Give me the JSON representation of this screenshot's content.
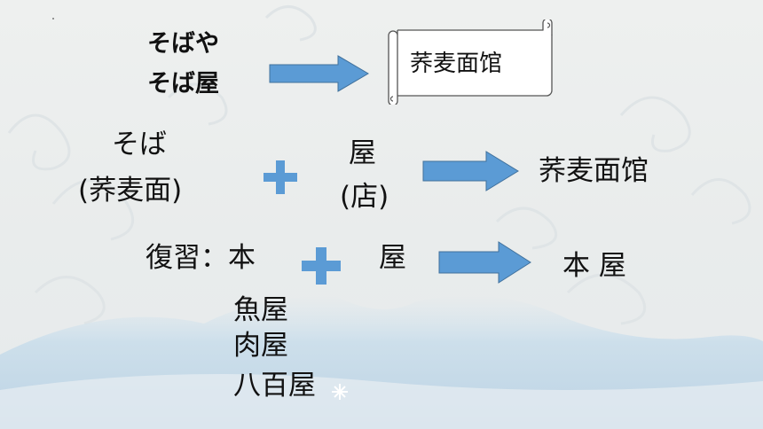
{
  "slide": {
    "title_line1": "そばや",
    "title_line2": "そば屋",
    "scroll_label": "荞麦面馆",
    "row1": {
      "left_top": "そば",
      "left_bottom": "(荞麦面)",
      "middle_top": "屋",
      "middle_bottom": "(店)",
      "result": "荞麦面馆"
    },
    "row2": {
      "prefix": "復習：本",
      "middle": "屋",
      "result": "本 屋"
    },
    "examples": [
      "魚屋",
      "肉屋",
      "八百屋"
    ]
  },
  "colors": {
    "arrow_fill": "#5b9bd5",
    "arrow_stroke": "#41719c",
    "plus_fill": "#5b9bd5",
    "scroll_stroke": "#555555",
    "mountain": "#c8dbe9",
    "cloud": "#dde3e5"
  },
  "icons": [
    "right-arrow-icon",
    "plus-icon",
    "scroll-icon",
    "snowflake-icon"
  ]
}
